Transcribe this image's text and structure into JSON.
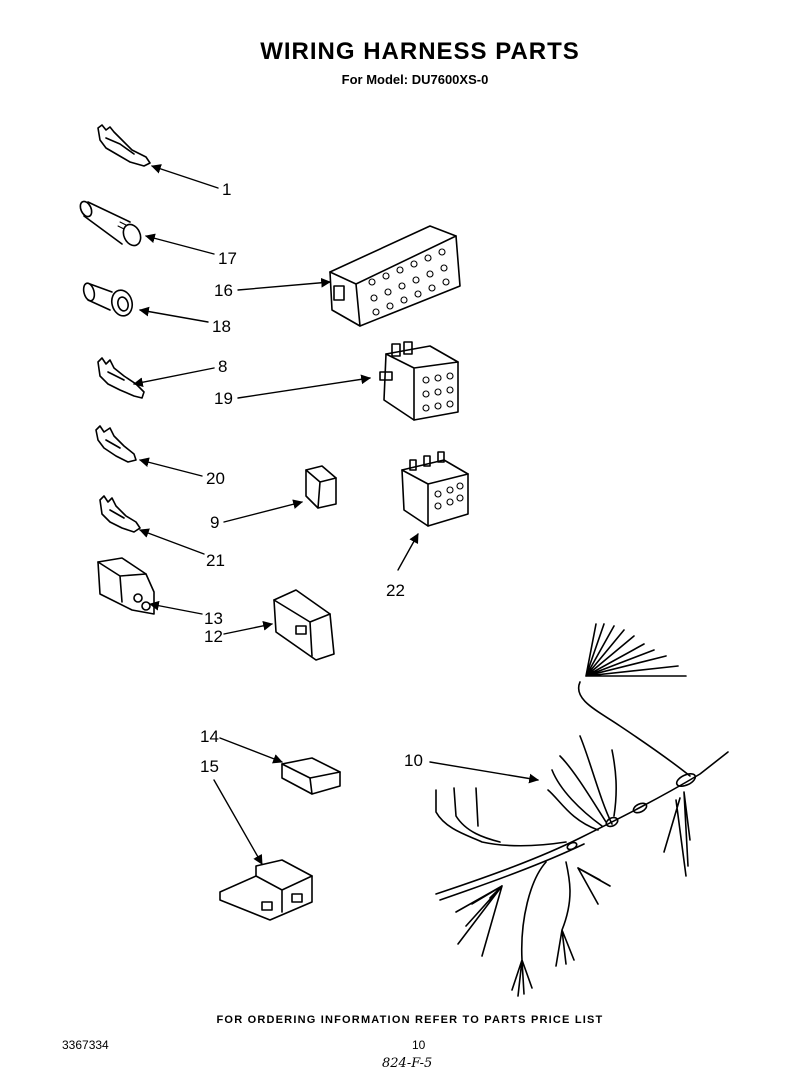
{
  "header": {
    "title": "WIRING HARNESS PARTS",
    "model_line": "For Model: DU7600XS-0"
  },
  "callouts": [
    {
      "id": "c1",
      "label": "1"
    },
    {
      "id": "c17",
      "label": "17"
    },
    {
      "id": "c16",
      "label": "16"
    },
    {
      "id": "c18",
      "label": "18"
    },
    {
      "id": "c8",
      "label": "8"
    },
    {
      "id": "c19",
      "label": "19"
    },
    {
      "id": "c20",
      "label": "20"
    },
    {
      "id": "c9",
      "label": "9"
    },
    {
      "id": "c21",
      "label": "21"
    },
    {
      "id": "c22",
      "label": "22"
    },
    {
      "id": "c13",
      "label": "13"
    },
    {
      "id": "c12",
      "label": "12"
    },
    {
      "id": "c10",
      "label": "10"
    },
    {
      "id": "c14",
      "label": "14"
    },
    {
      "id": "c15",
      "label": "15"
    }
  ],
  "footer": {
    "ordering_note": "FOR ORDERING INFORMATION REFER TO PARTS PRICE LIST",
    "doc_number": "3367334",
    "page_number": "10",
    "handwritten_note": "824-F-5"
  }
}
